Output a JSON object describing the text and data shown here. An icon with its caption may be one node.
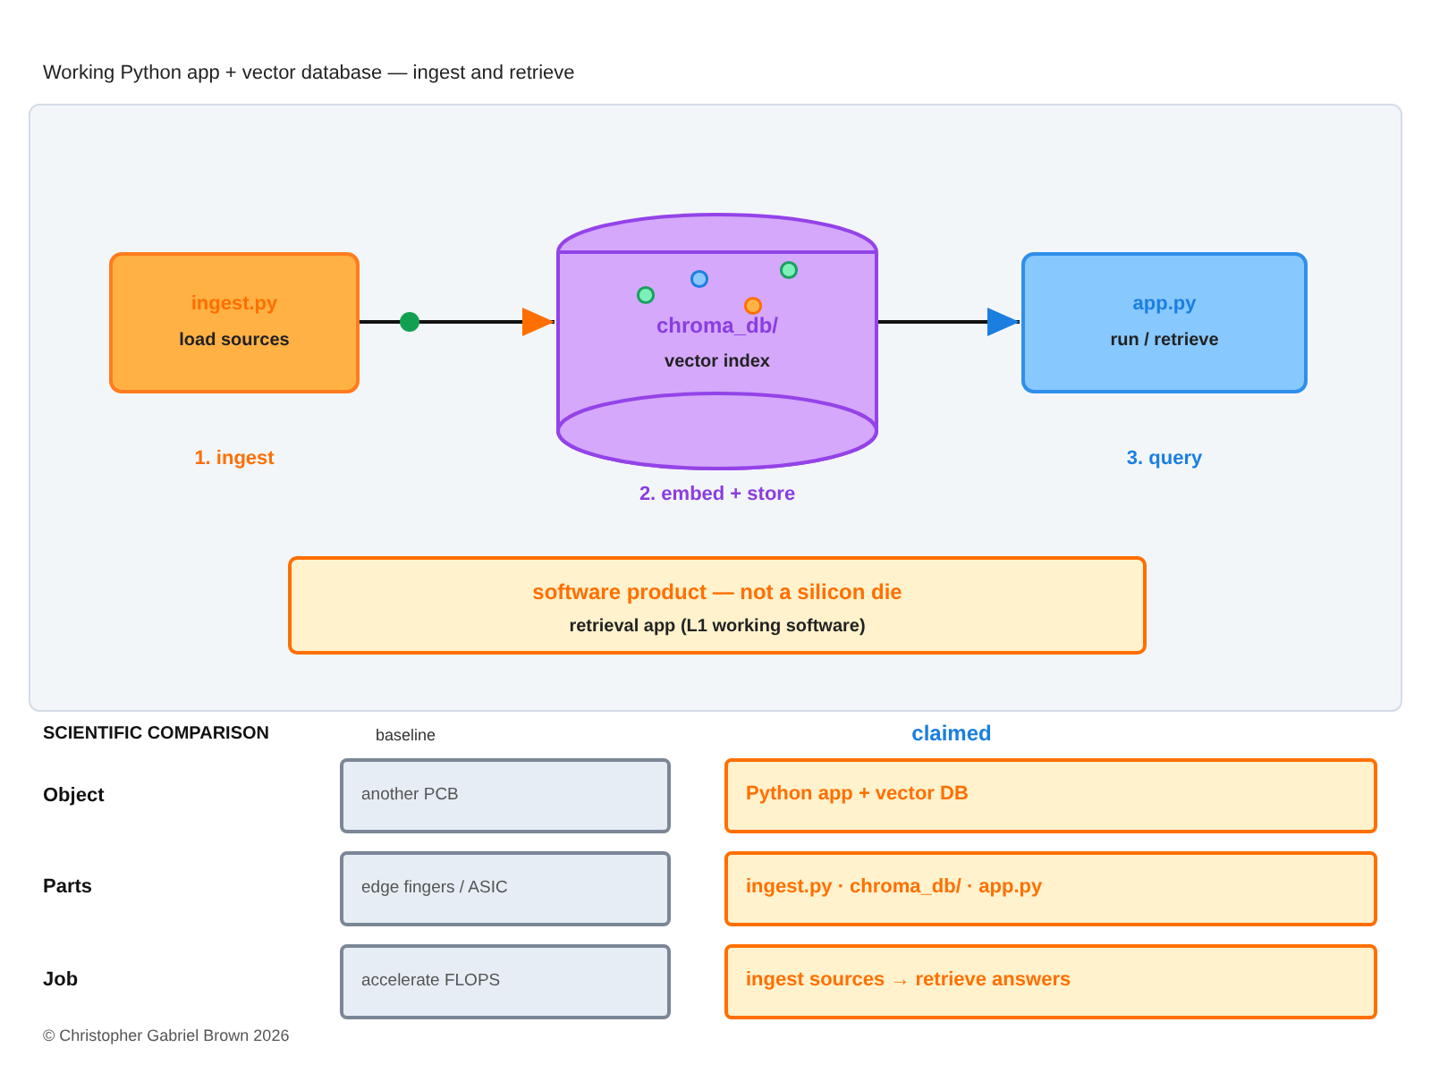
{
  "diagram": {
    "nodes": [
      {
        "text": [],
        "shape": "box"
      },
      {
        "text": [
          "ingest.py",
          "load sources"
        ],
        "beside": [
          "1. ingest"
        ],
        "in": 0
      },
      {
        "text": [
          "chroma_db/",
          "vector index"
        ],
        "beside": [
          "2. embed + store"
        ],
        "in": 0
      },
      {
        "text": [
          "app.py",
          "run / retrieve"
        ],
        "beside": [
          "3. query"
        ],
        "in": 0
      },
      {
        "text": [
          "software product — not a silicon die",
          "retrieval app (L1 working software)"
        ],
        "in": 0
      },
      {
        "text": [
          "another PCB"
        ]
      },
      {
        "text": [
          "Python app + vector DB"
        ]
      },
      {
        "text": [
          "edge fingers / ASIC"
        ]
      },
      {
        "text": [
          "ingest.py · chroma_db/ · app.py"
        ]
      },
      {
        "text": [
          "accelerate FLOPS"
        ]
      },
      {
        "text": [
          "ingest sources → retrieve answers"
        ]
      }
    ],
    "edges": [
      {
        "from": 1,
        "to": 2,
        "arrow": "to"
      },
      {
        "from": 2,
        "to": 3,
        "arrow": "to"
      }
    ],
    "labels": [
      "Working Python app + vector database — ingest and retrieve",
      "SCIENTIFIC COMPARISON",
      "baseline",
      "claimed",
      "Object",
      "Parts",
      "Job",
      "© Christopher Gabriel Brown 2026"
    ]
  }
}
